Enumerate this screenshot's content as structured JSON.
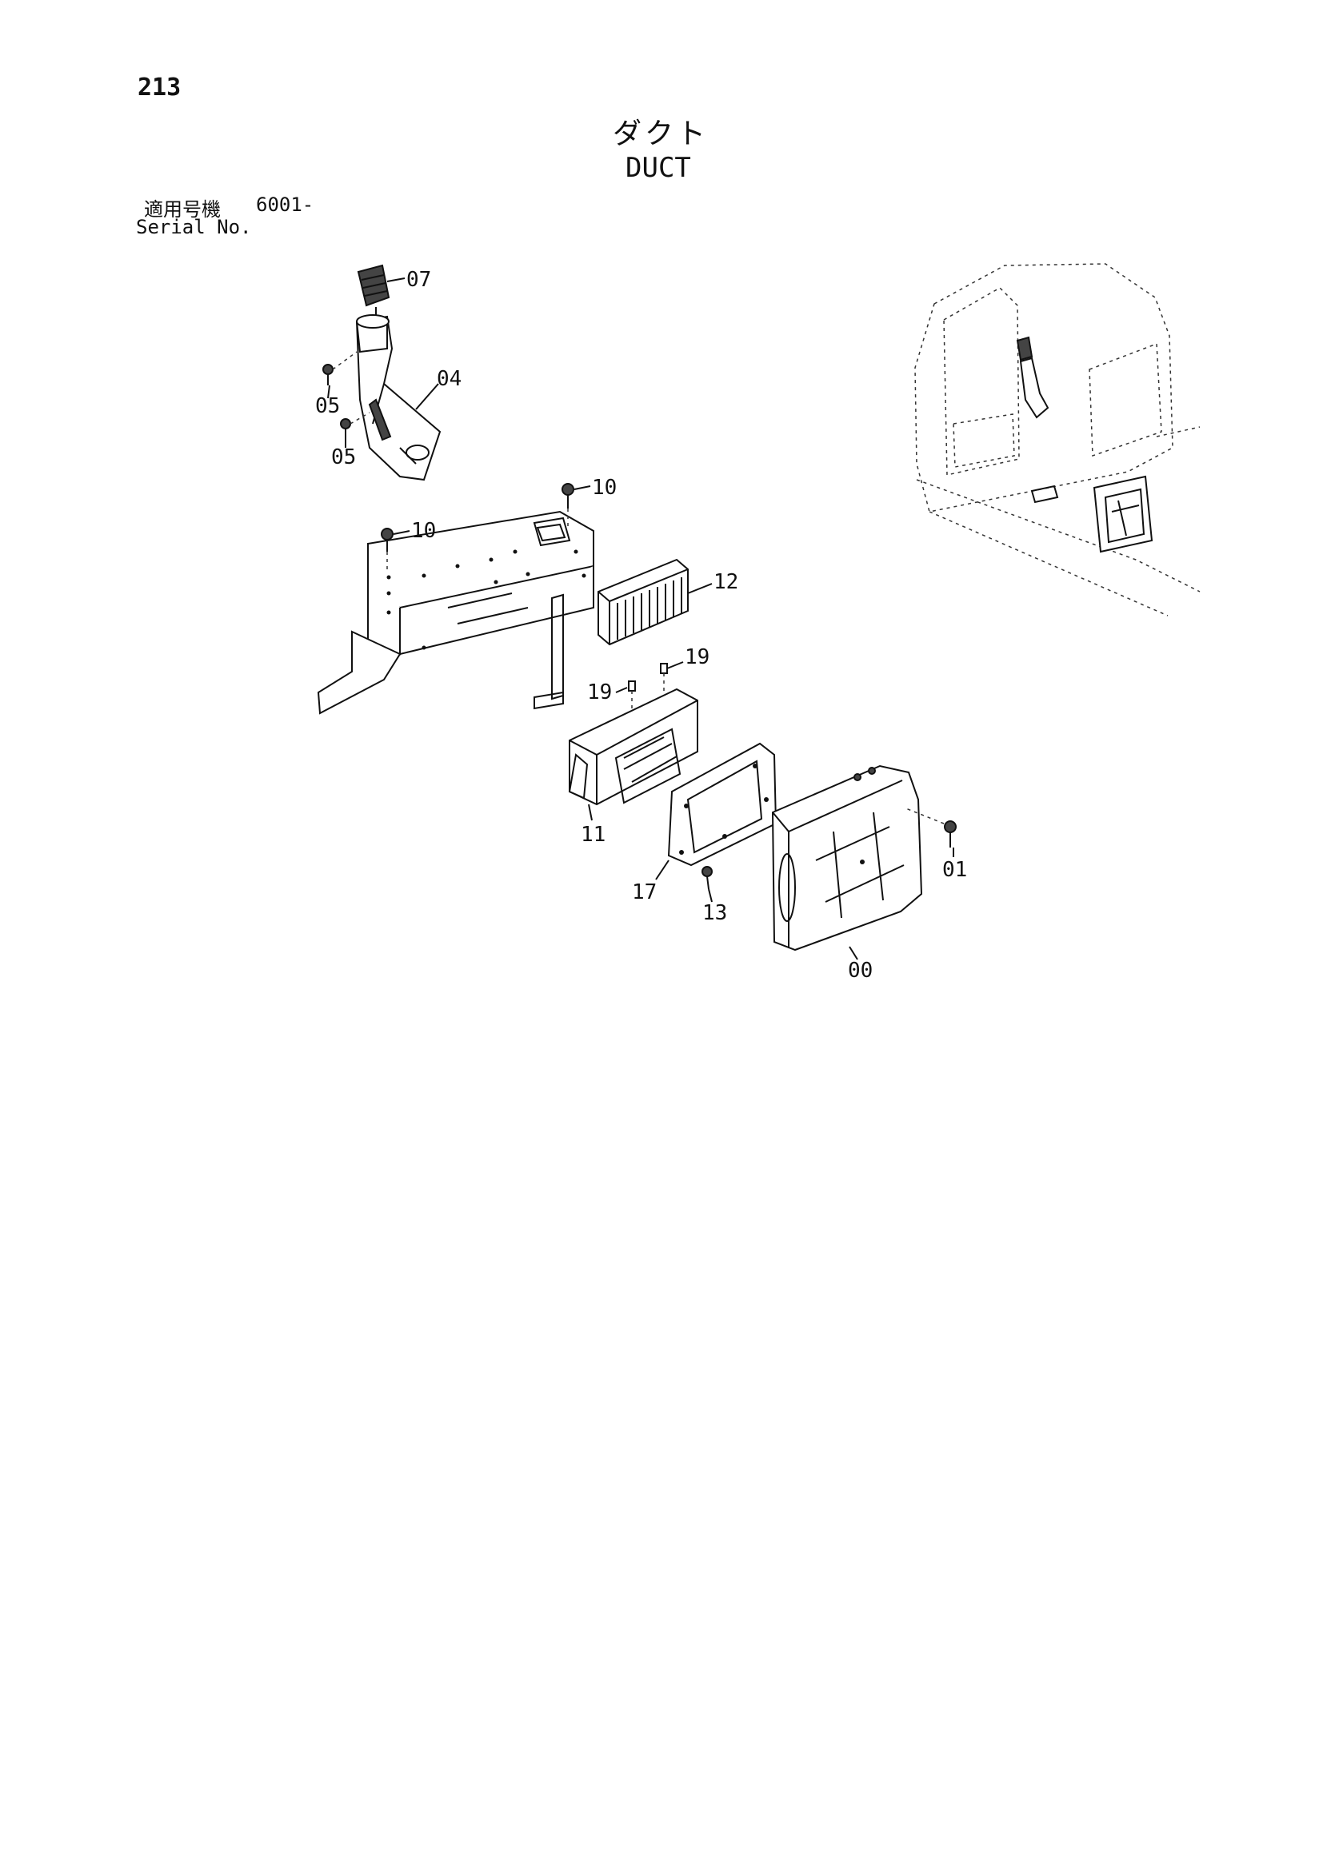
{
  "page": {
    "number": "213",
    "title_ja": "ダクト",
    "title_en": "DUCT",
    "serial_label_ja": "適用号機",
    "serial_label_en": "Serial No.",
    "serial_value": "6001-"
  },
  "parts": [
    {
      "id": "p07",
      "label": "07"
    },
    {
      "id": "p04",
      "label": "04"
    },
    {
      "id": "p05a",
      "label": "05"
    },
    {
      "id": "p05b",
      "label": "05"
    },
    {
      "id": "p10a",
      "label": "10"
    },
    {
      "id": "p10b",
      "label": "10"
    },
    {
      "id": "p12",
      "label": "12"
    },
    {
      "id": "p19a",
      "label": "19"
    },
    {
      "id": "p19b",
      "label": "19"
    },
    {
      "id": "p11",
      "label": "11"
    },
    {
      "id": "p17",
      "label": "17"
    },
    {
      "id": "p13",
      "label": "13"
    },
    {
      "id": "p01",
      "label": "01"
    },
    {
      "id": "p00",
      "label": "00"
    }
  ]
}
